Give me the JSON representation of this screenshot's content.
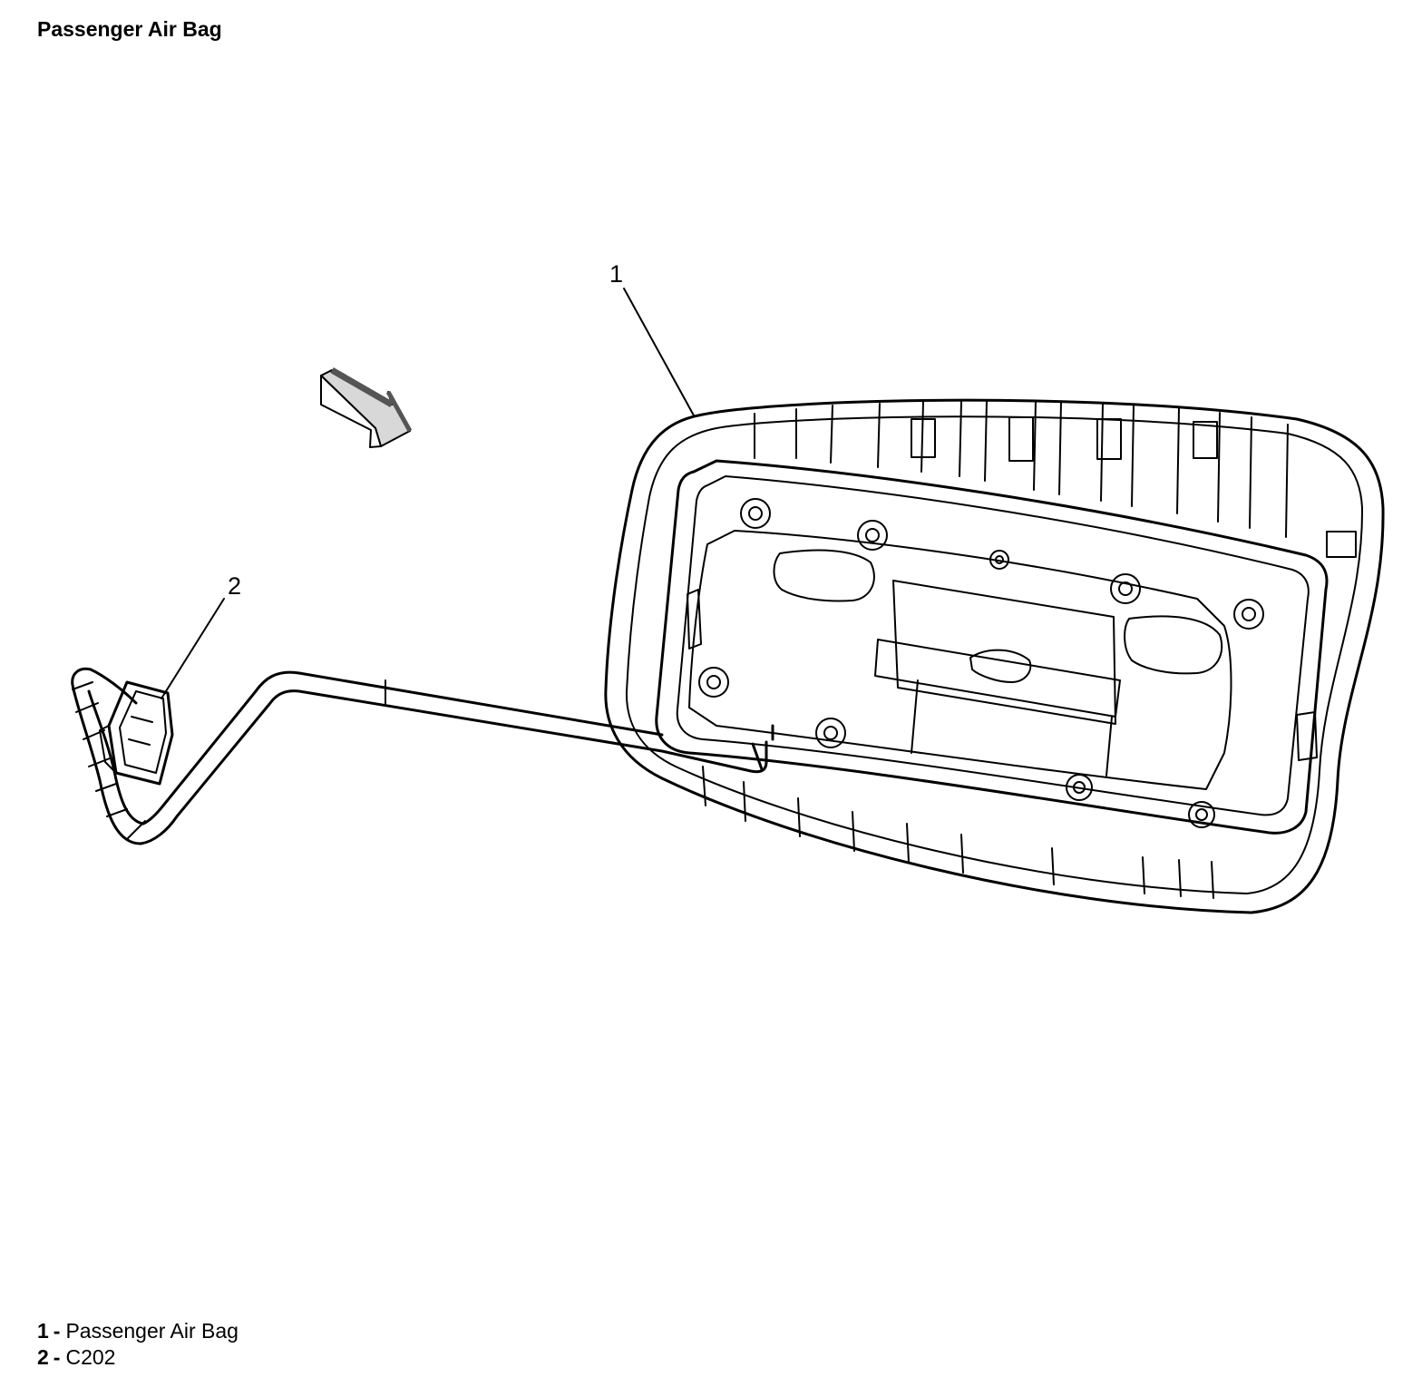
{
  "title": "Passenger Air Bag",
  "callouts": [
    {
      "number": "1",
      "label": "Passenger Air Bag"
    },
    {
      "number": "2",
      "label": "C202"
    }
  ],
  "legend_separator": "-",
  "colors": {
    "line": "#000000",
    "background": "#ffffff",
    "arrow_fill": "#d8d8d8"
  },
  "icons": {
    "direction_arrow": "forward-arrow-icon"
  }
}
